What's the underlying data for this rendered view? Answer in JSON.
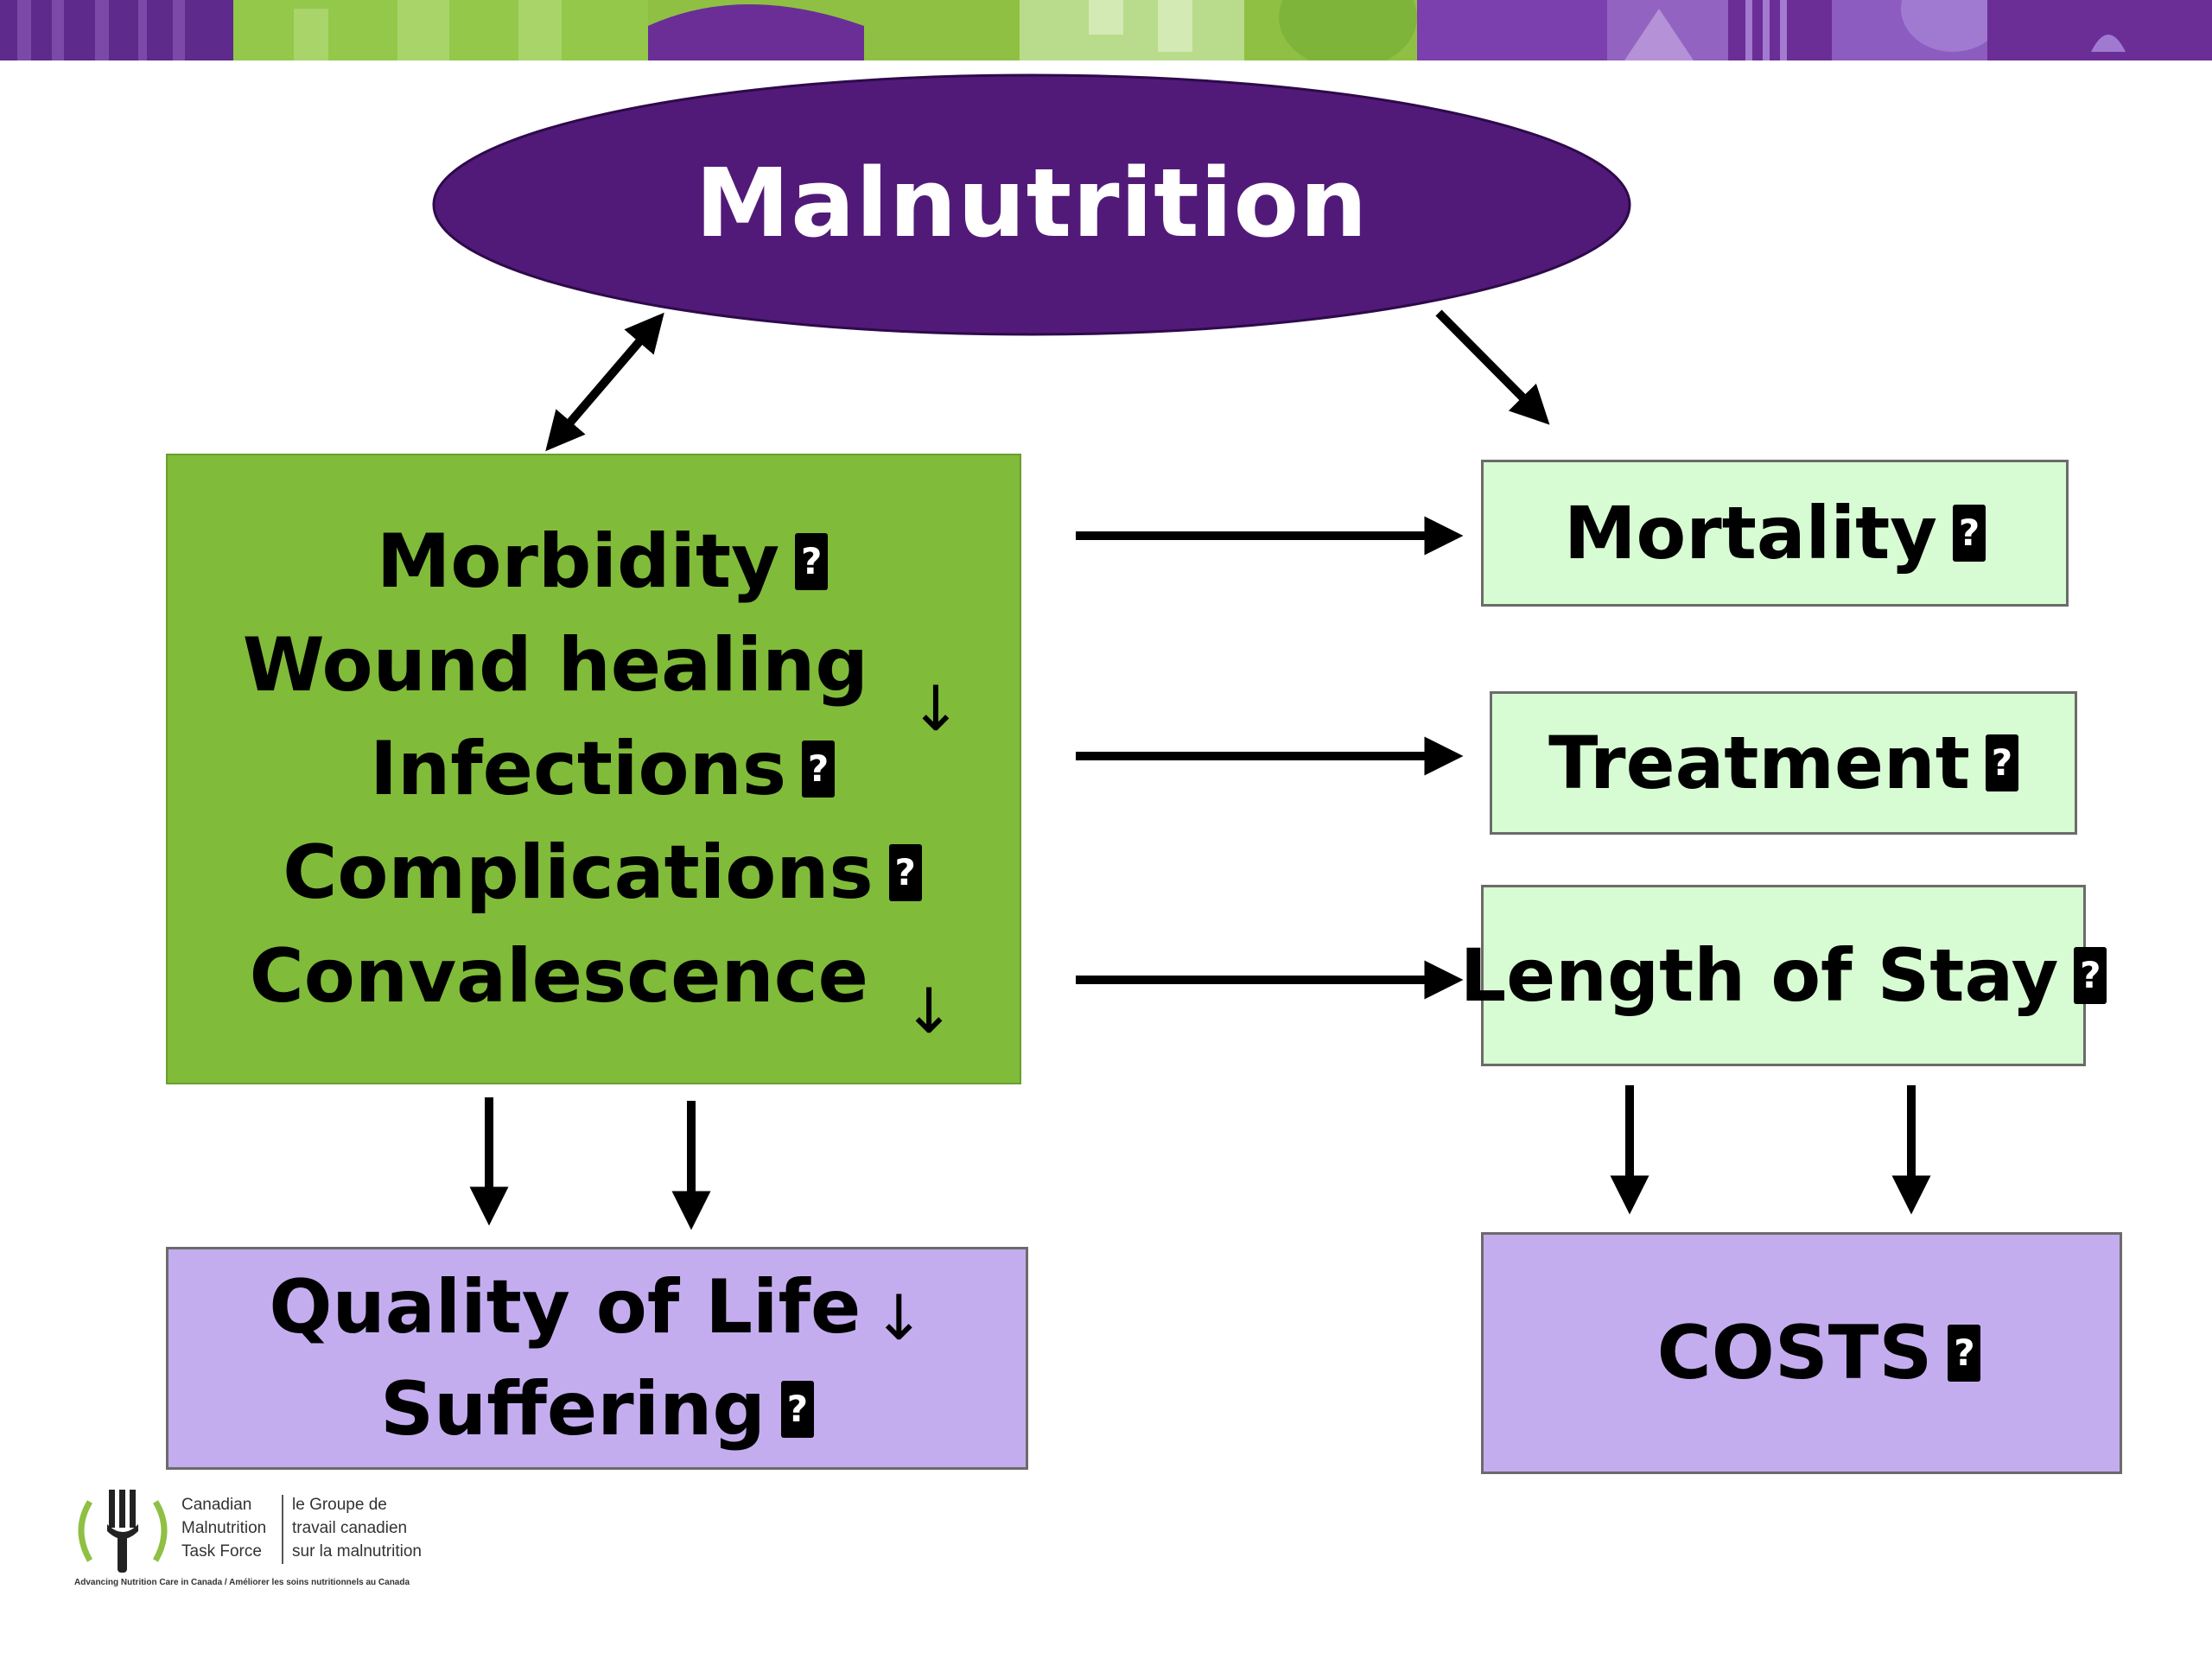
{
  "colors": {
    "ellipse": "#521a78",
    "green_box": "#80bb3a",
    "light_green_box": "#d7fcd3",
    "purple_box": "#c4adef",
    "arrow": "#000000"
  },
  "diagram": {
    "center": {
      "label": "Malnutrition"
    },
    "left_box": {
      "lines": [
        {
          "text": "Morbidity",
          "mark": "?"
        },
        {
          "text": "Wound healing",
          "mark": "↓"
        },
        {
          "text": "Infections",
          "mark": "?"
        },
        {
          "text": "Complications",
          "mark": "?"
        },
        {
          "text": "Convalescence",
          "mark": "↓"
        }
      ]
    },
    "right_boxes": [
      {
        "text": "Mortality",
        "mark": "?"
      },
      {
        "text": "Treatment",
        "mark": "?"
      },
      {
        "text": "Length of Stay",
        "mark": "?"
      }
    ],
    "bottom_left": {
      "lines": [
        {
          "text": "Quality of Life",
          "mark": "↓"
        },
        {
          "text": "Suffering",
          "mark": "?"
        }
      ]
    },
    "bottom_right": {
      "text": "COSTS",
      "mark": "?"
    }
  },
  "logo": {
    "en_lines": [
      "Canadian",
      "Malnutrition",
      "Task Force"
    ],
    "fr_lines": [
      "le Groupe de",
      "travail canadien",
      "sur la malnutrition"
    ],
    "tagline": "Advancing Nutrition Care in Canada / Améliorer les soins nutritionnels au Canada",
    "icon": "fork-icon"
  }
}
